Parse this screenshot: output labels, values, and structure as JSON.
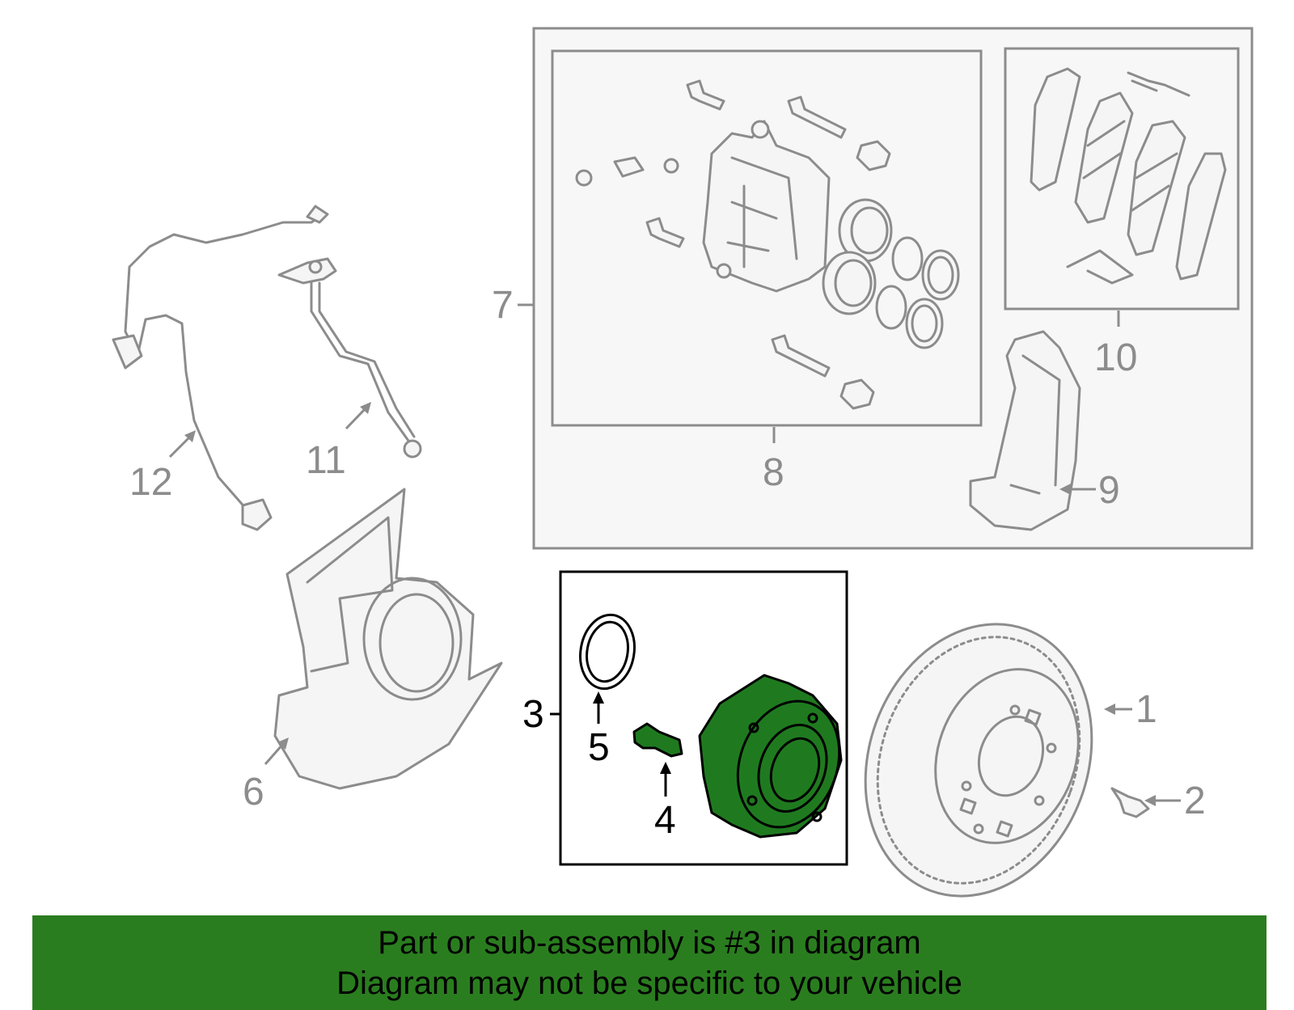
{
  "callouts": {
    "c1": "1",
    "c2": "2",
    "c3": "3",
    "c4": "4",
    "c5": "5",
    "c6": "6",
    "c7": "7",
    "c8": "8",
    "c9": "9",
    "c10": "10",
    "c11": "11",
    "c12": "12"
  },
  "banner": {
    "line1": "Part or sub-assembly is #3 in diagram",
    "line2": "Diagram may not be specific to your vehicle"
  },
  "colors": {
    "highlight": "#1f7a1f",
    "banner": "#2a7d1f",
    "outline": "#8c8c8c"
  },
  "highlighted_part": "3"
}
